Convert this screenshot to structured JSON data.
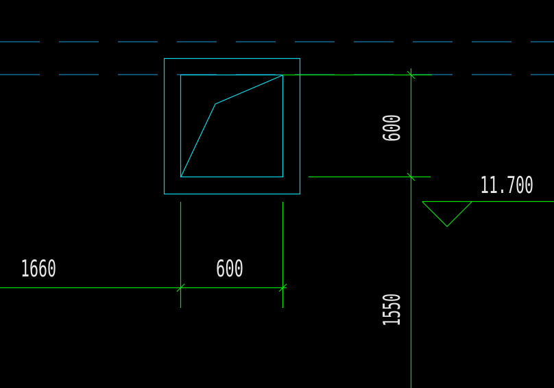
{
  "colors": {
    "background": "#000000",
    "dimension_line": "#00e000",
    "outline": "#00d8e8",
    "hidden_line": "#1a7fb0",
    "text": "#e8e8e8"
  },
  "dimensions": {
    "left_span": "1660",
    "bottom_width": "600",
    "right_height": "600",
    "right_lower": "1550"
  },
  "elevation": {
    "label": "11.700"
  }
}
